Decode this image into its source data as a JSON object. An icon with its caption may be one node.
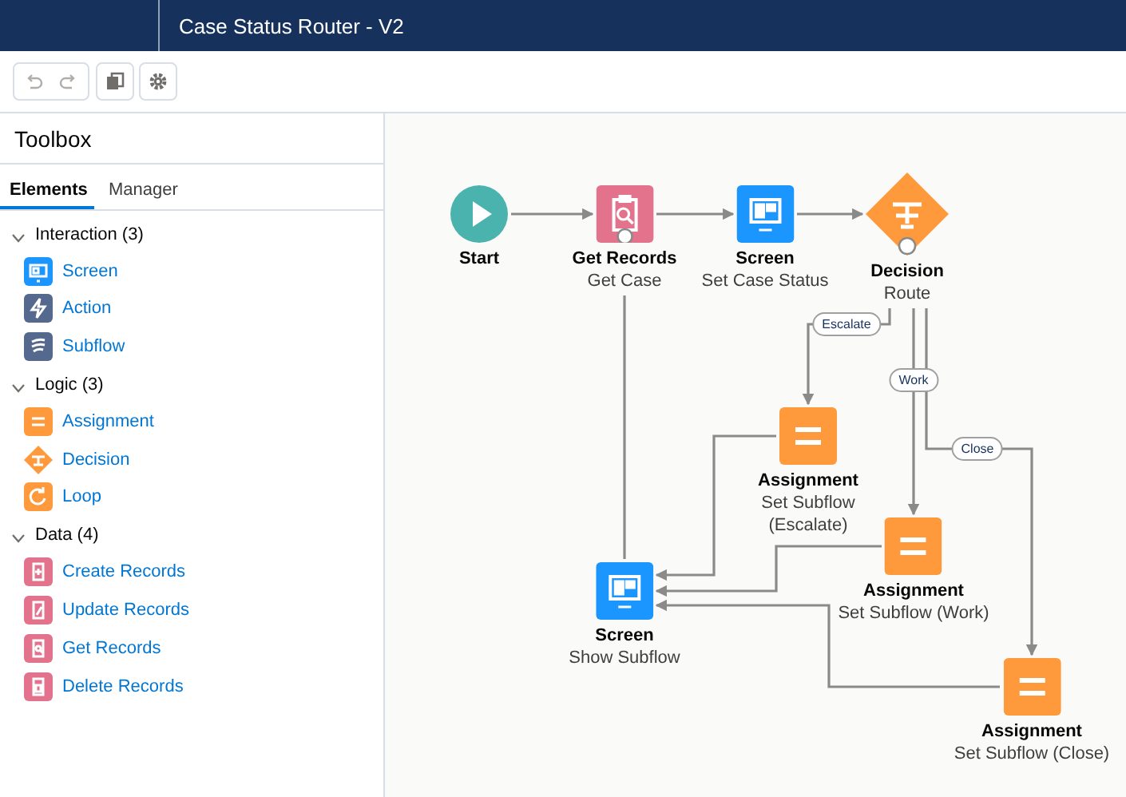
{
  "diagram": {
    "nodes": [
      {
        "text": [
          "Start"
        ]
      },
      {
        "text": [
          "Get Records",
          "Get Case"
        ]
      },
      {
        "text": [
          "Screen",
          "Set Case Status"
        ]
      },
      {
        "text": [
          "Decision",
          "Route"
        ]
      },
      {
        "text": [
          "Assignment",
          "Set Subflow (Escalate)"
        ]
      },
      {
        "text": [
          "Assignment",
          "Set Subflow (Work)"
        ]
      },
      {
        "text": [
          "Screen",
          "Show Subflow"
        ]
      },
      {
        "text": [
          "Assignment",
          "Set Subflow (Close)"
        ]
      }
    ],
    "edges": [
      {
        "from": 0,
        "to": 1,
        "arrow": "to"
      },
      {
        "from": 1,
        "to": 2,
        "arrow": "to"
      },
      {
        "from": 2,
        "to": 3,
        "arrow": "to"
      },
      {
        "from": 3,
        "to": 4,
        "arrow": "to",
        "label": "Escalate"
      },
      {
        "from": 3,
        "to": 5,
        "arrow": "to",
        "label": "Work"
      },
      {
        "from": 3,
        "to": 7,
        "arrow": "to",
        "label": "Close"
      },
      {
        "from": 1,
        "to": 6,
        "arrow": "none"
      },
      {
        "from": 4,
        "to": 6,
        "arrow": "to"
      },
      {
        "from": 5,
        "to": 6,
        "arrow": "to"
      },
      {
        "from": 7,
        "to": 6,
        "arrow": "to"
      }
    ],
    "labels": [
      "Case Status Router - V2",
      "Toolbox",
      "Elements",
      "Manager",
      "Interaction (3)",
      "Screen",
      "Action",
      "Subflow",
      "Logic (3)",
      "Assignment",
      "Decision",
      "Loop",
      "Data (4)",
      "Create Records",
      "Update Records",
      "Get Records",
      "Delete Records"
    ]
  }
}
